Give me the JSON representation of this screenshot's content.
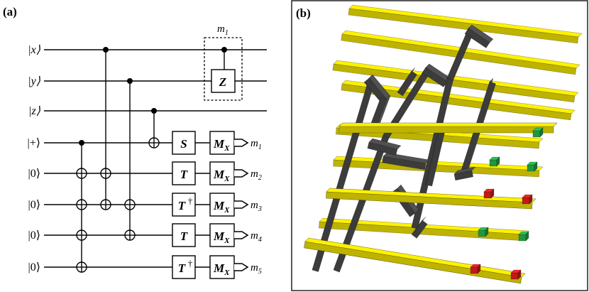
{
  "panel_a": {
    "label": "(a)",
    "top_measure": {
      "label": "m",
      "sub": "1"
    },
    "inputs": [
      "|x⟩",
      "|y⟩",
      "|z⟩",
      "|+⟩",
      "|0⟩",
      "|0⟩",
      "|0⟩",
      "|0⟩"
    ],
    "gates": [
      {
        "name": "S",
        "dagger": false
      },
      {
        "name": "T",
        "dagger": false
      },
      {
        "name": "T",
        "dagger": true
      },
      {
        "name": "T",
        "dagger": false
      },
      {
        "name": "T",
        "dagger": true
      }
    ],
    "z_gate": "Z",
    "dagger_symbol": "†",
    "measure_gate": {
      "label": "M",
      "sub": "X"
    },
    "outputs": [
      {
        "label": "m",
        "sub": "1"
      },
      {
        "label": "m",
        "sub": "2"
      },
      {
        "label": "m",
        "sub": "3"
      },
      {
        "label": "m",
        "sub": "4"
      },
      {
        "label": "m",
        "sub": "5"
      }
    ]
  },
  "panel_b": {
    "label": "(b)",
    "colors": {
      "primal": "#f2e600",
      "dual": "#4d4d4d",
      "green": "#27b14a",
      "red": "#e02020"
    }
  }
}
